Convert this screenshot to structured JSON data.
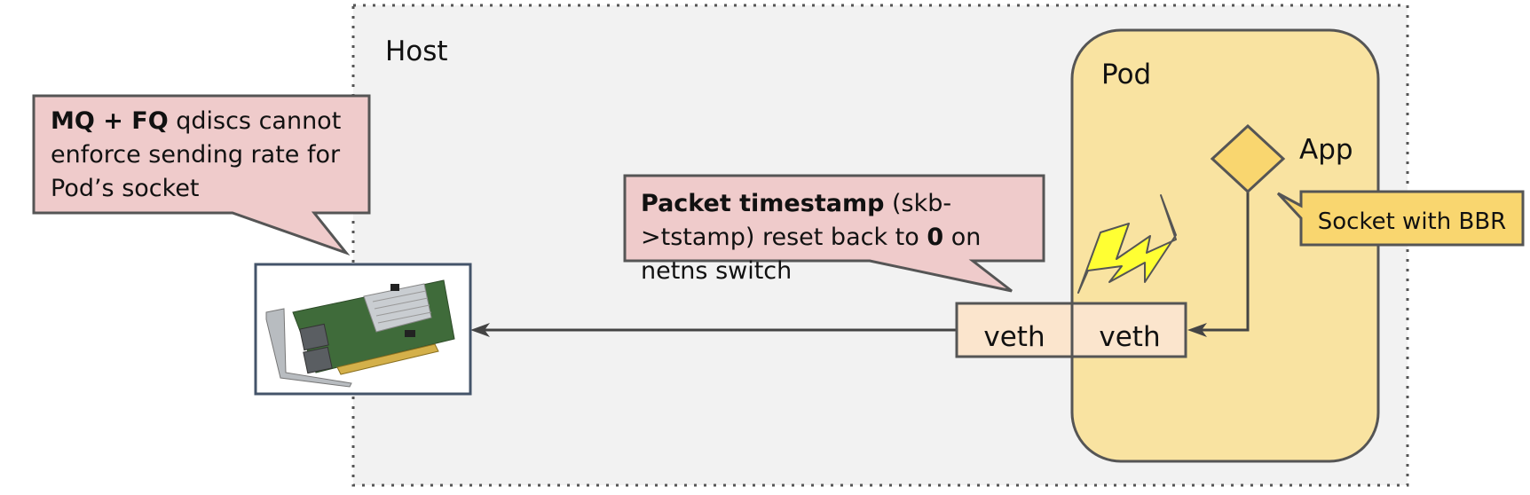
{
  "host": {
    "label": "Host"
  },
  "pod": {
    "label": "Pod"
  },
  "app": {
    "label": "App"
  },
  "socket": {
    "label": "Socket with BBR"
  },
  "veth": {
    "left": "veth",
    "right": "veth"
  },
  "callouts": {
    "mq": {
      "bold": "MQ + FQ",
      "rest": " qdiscs cannot enforce sending rate for Pod’s socket"
    },
    "timestamp": {
      "bold1": "Packet timestamp",
      "text1": " (skb->tstamp) reset back to ",
      "bold2": "0",
      "text2": " on netns switch"
    }
  },
  "nic": {
    "icon": "network-card-image"
  },
  "icons": {
    "lightning": "lightning-bolt-icon",
    "app": "diamond-icon"
  },
  "colors": {
    "host_bg": "#f2f2f2",
    "pod_bg": "#f9e3a1",
    "callout_bg": "#efcbcb",
    "socket_bg": "#f9d66f",
    "veth_bg": "#fbe5cd",
    "app_diamond": "#f9d66f",
    "lightning": "#ffff33",
    "border": "#555555",
    "nic_border": "#44546a"
  }
}
